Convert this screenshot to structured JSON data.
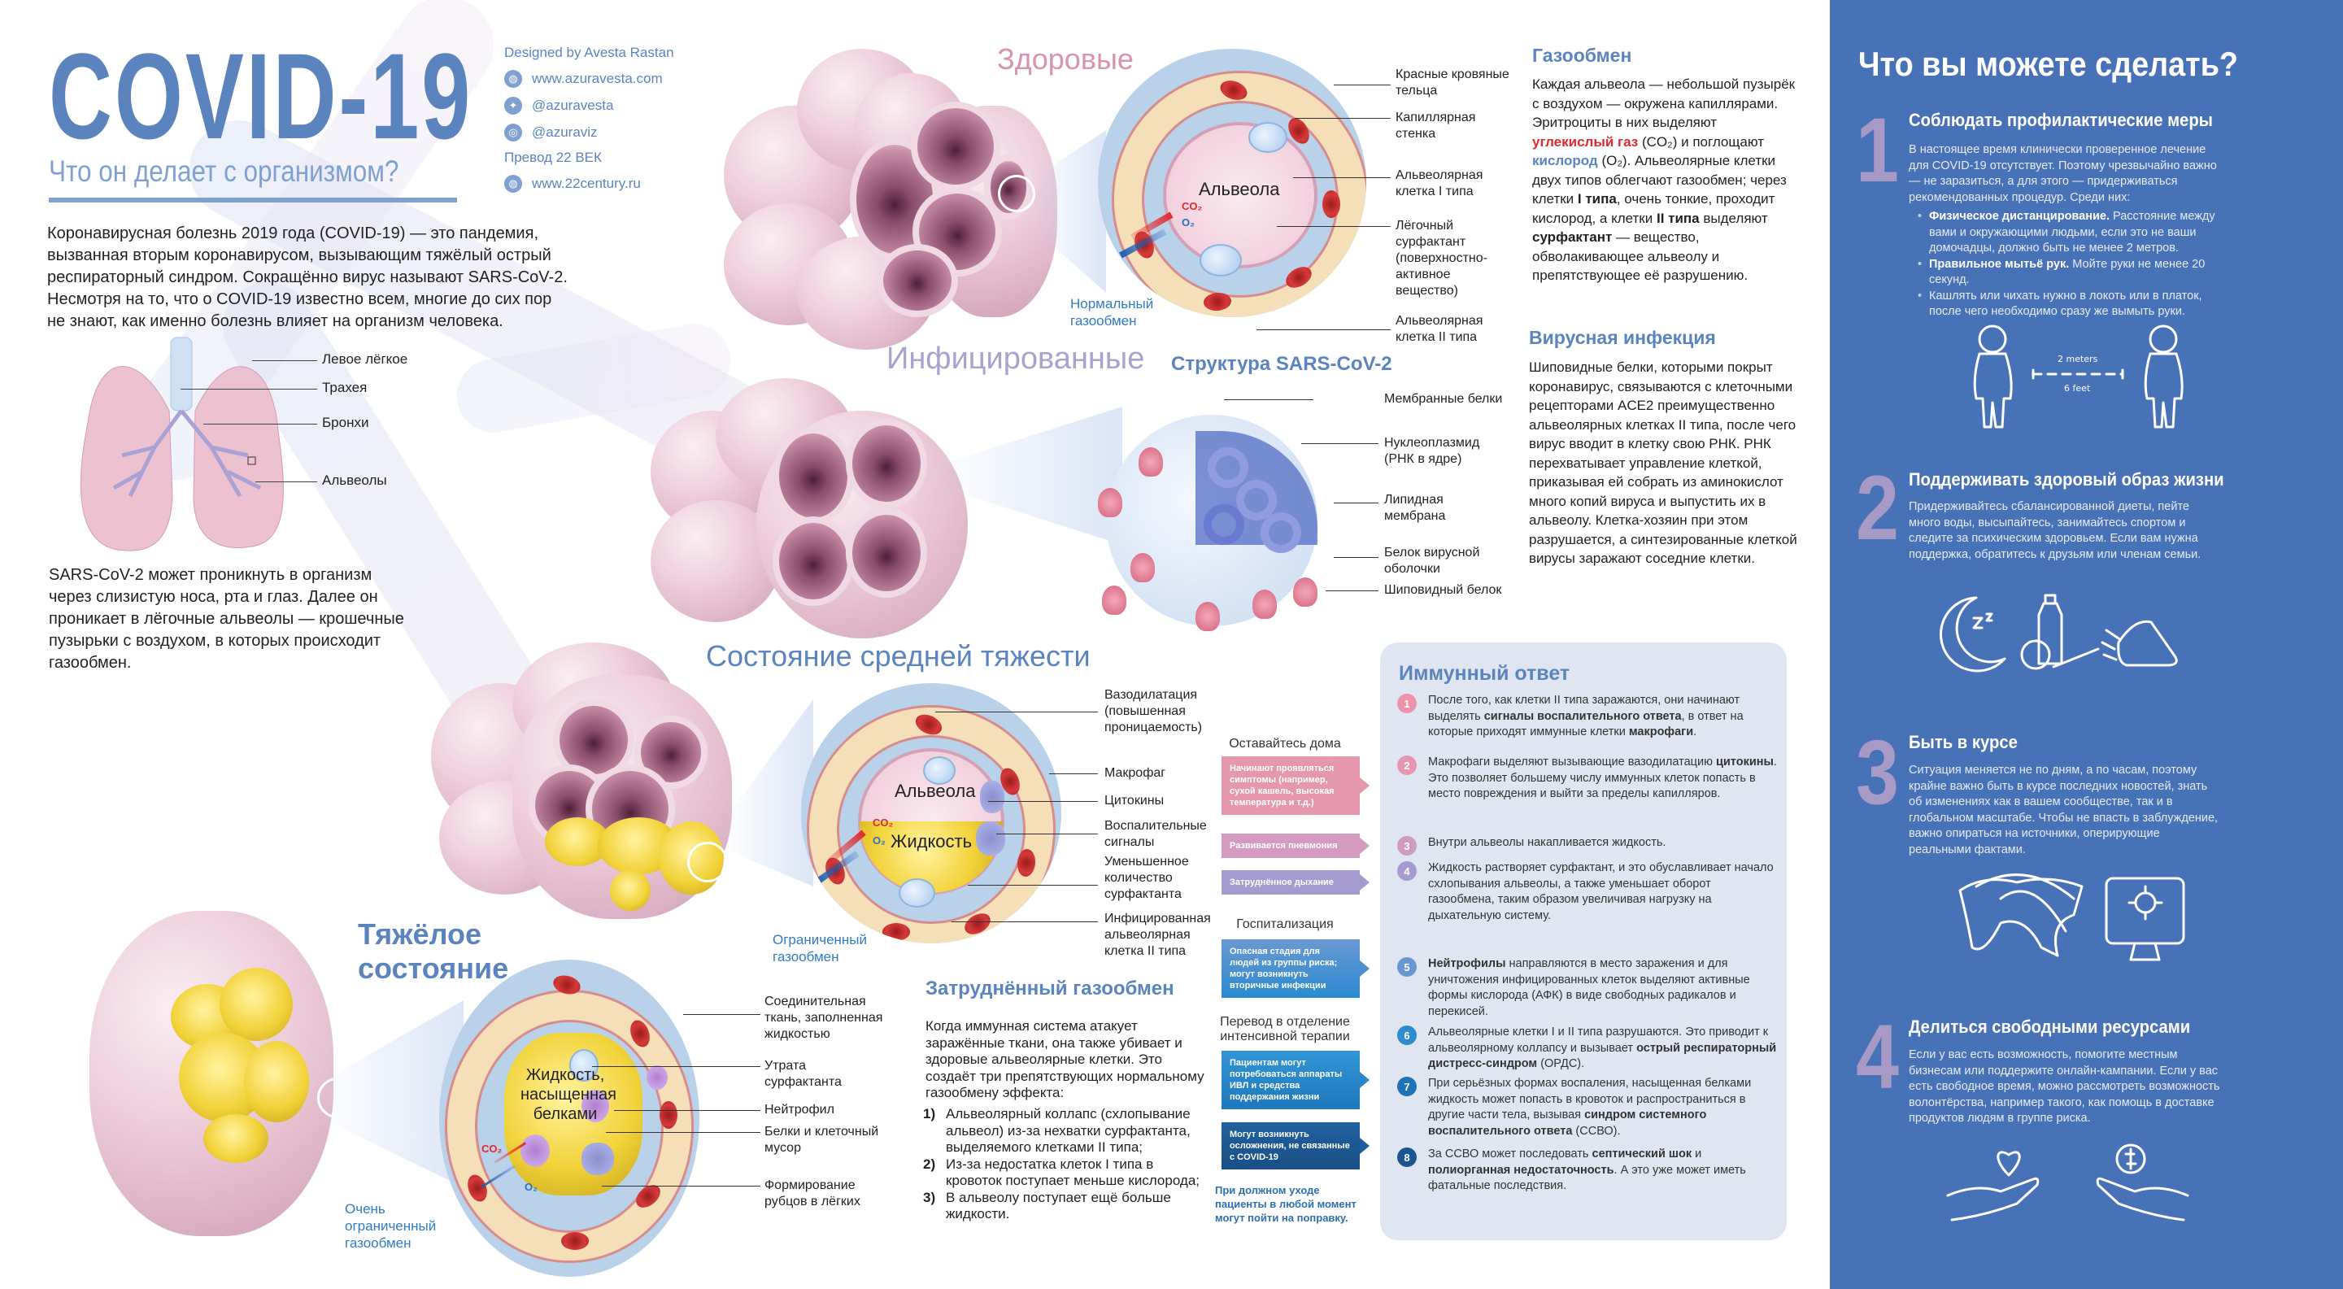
{
  "header": {
    "title": "COVID-19",
    "subtitle": "Что он делает с организмом?",
    "credits": {
      "designed_by": "Designed by Avesta Rastan",
      "links": [
        {
          "icon": "globe-icon",
          "text": "www.azuravesta.com"
        },
        {
          "icon": "twitter-icon",
          "text": "@azuravesta"
        },
        {
          "icon": "instagram-icon",
          "text": "@azuraviz"
        }
      ],
      "translation_label": "Превод 22 ВЕК",
      "translation_link": {
        "icon": "globe-icon",
        "text": "www.22century.ru"
      }
    }
  },
  "intro": "Коронавирусная болезнь 2019 года (COVID-19) — это пандемия, вызванная вторым коронавирусом, вызывающим тяжёлый острый респираторный синдром. Сокращённо вирус называют SARS-CoV-2. Несмотря на то, что о COVID-19 известно всем, многие до сих пор не знают, как именно болезнь влияет на организм человека.",
  "lungs": {
    "labels": [
      "Левое лёгкое",
      "Трахея",
      "Бронхи",
      "Альвеолы"
    ]
  },
  "entry_text": "SARS-CoV-2 может проникнуть в организм через слизистую носа, рта и глаз. Далее он проникает в лёгочные альвеолы — крошечные пузырьки с воздухом, в которых происходит газообмен.",
  "stages": {
    "healthy": {
      "title": "Здоровые",
      "center_label": "Альвеола",
      "co2": "CO₂",
      "o2": "O₂",
      "exchange": "Нормальный газообмен",
      "callouts": [
        "Красные кровяные тельца",
        "Капиллярная стенка",
        "Альвеолярная клетка I типа",
        "Лёгочный сурфактант (поверхностно-активное вещество)",
        "Альвеолярная клетка II типа"
      ]
    },
    "infected": {
      "title": "Инфицированные",
      "structure_title": "Структура SARS-CoV-2",
      "callouts": [
        "Мембранные белки",
        "Нуклеоплазмид (РНК в ядре)",
        "Липидная мембрана",
        "Белок вирусной оболочки",
        "Шиповидный белок"
      ]
    },
    "moderate": {
      "title": "Состояние средней тяжести",
      "center_label": "Альвеола",
      "fluid_label": "Жидкость",
      "co2": "CO₂",
      "o2": "O₂",
      "exchange": "Ограниченный газообмен",
      "callouts": [
        "Вазодилатация (повышенная проницаемость)",
        "Макрофаг",
        "Цитокины",
        "Воспалительные сигналы",
        "Уменьшенное количество сурфактанта",
        "Инфицированная альвеолярная клетка II типа"
      ]
    },
    "severe": {
      "title": "Тяжёлое состояние",
      "fluid_label": "Жидкость, насыщенная белками",
      "co2": "CO₂",
      "o2": "O₂",
      "exchange": "Очень ограниченный газообмен",
      "callouts": [
        "Соединительная ткань, заполненная жидкостью",
        "Утрата сурфактанта",
        "Нейтрофил",
        "Белки и клеточный мусор",
        "Формирование рубцов в лёгких"
      ]
    }
  },
  "gas_exchange": {
    "title": "Газообмен",
    "p1": "Каждая альвеола — небольшой пузырёк с воздухом — окружена капиллярами. Эритроциты в них выделяют ",
    "co2_term": "углекислый газ",
    "p2": " (CO₂) и поглощают ",
    "o2_term": "кислород",
    "p3": " (O₂). Альвеолярные клетки двух типов облегчают газообмен; через клетки ",
    "type1": "I типа",
    "p4": ", очень тонкие, проходит кислород, а клетки ",
    "type2": "II типа",
    "p5": " выделяют ",
    "surf": "сурфактант",
    "p6": " — вещество, обволакивающее альвеолу и препятствующее её разрушению."
  },
  "viral_infection": {
    "title": "Вирусная инфекция",
    "body": "Шиповидные белки, которыми покрыт коронавирус, связываются с клеточными рецепторами ACE2 преимущественно альвеолярных клетках II типа, после чего вирус вводит в клетку свою РНК. РНК перехватывает управление клеткой, приказывая ей собрать из аминокислот много копий вируса и выпустить их в альвеолу. Клетка-хозяин при этом разрушается, а синтезированные клеткой вирусы заражают соседние клетки."
  },
  "progression": {
    "stay_home_label": "Оставайтесь дома",
    "hospital_label": "Госпитализация",
    "icu_label": "Перевод в отделение интенсивной терапии",
    "badges": [
      {
        "text": "Начинают проявляться симптомы (например, сухой кашель, высокая температура и т.д.)",
        "color": "#e597ae"
      },
      {
        "text": "Развивается пневмония",
        "color": "#d59ac0"
      },
      {
        "text": "Затруднённое дыхание",
        "color": "#a69bce"
      },
      {
        "text": "Опасная стадия для людей из группы риска; могут возникнуть вторичные инфекции",
        "color": "#4d8fd0"
      },
      {
        "text": "Пациентам могут потребоваться аппараты ИВЛ и средства поддержания жизни",
        "color": "#2c86c9"
      },
      {
        "text": "Могут возникнуть осложнения, не связанные с COVID-19",
        "color": "#1f5d9c"
      }
    ],
    "recover_note": "При должном уходе пациенты в любой момент могут пойти на поправку."
  },
  "immune": {
    "title": "Иммунный ответ",
    "items": [
      {
        "num": "1",
        "color": "#ec93ab",
        "parts": [
          "После того, как клетки II типа заражаются, они начинают выделять ",
          "сигналы воспалительного ответа",
          ", в ответ на которые приходят иммунные клетки ",
          "макрофаги",
          "."
        ]
      },
      {
        "num": "2",
        "color": "#e597b1",
        "parts": [
          "Макрофаги выделяют вызывающие вазодилатацию ",
          "цитокины",
          ". Это позволяет большему числу иммунных клеток попасть в место повреждения и выйти за пределы капилляров.",
          "",
          ""
        ]
      },
      {
        "num": "3",
        "color": "#cf9cc0",
        "parts": [
          "Внутри альвеолы накапливается жидкость.",
          "",
          "",
          "",
          ""
        ]
      },
      {
        "num": "4",
        "color": "#a69bce",
        "parts": [
          "Жидкость растворяет сурфактант, и это обуславливает начало схлопывания альвеолы, а также уменьшает оборот газообмена, таким образом увеличивая нагрузку на дыхательную систему.",
          "",
          "",
          "",
          ""
        ]
      },
      {
        "num": "5",
        "color": "#6a97d2",
        "parts": [
          "",
          "Нейтрофилы",
          " направляются в место заражения и для уничтожения инфицированных клеток выделяют активные формы кислорода (АФК) в виде свободных радикалов и перекисей.",
          "",
          ""
        ]
      },
      {
        "num": "6",
        "color": "#2d8ccd",
        "parts": [
          "Альвеолярные клетки I и II типа разрушаются. Это приводит к альвеолярному коллапсу и вызывает ",
          "острый респираторный дистресс-синдром",
          " (ОРДС).",
          "",
          ""
        ]
      },
      {
        "num": "7",
        "color": "#1f73b4",
        "parts": [
          "При серьёзных формах воспаления, насыщенная белками жидкость может попасть в кровоток и распространиться в другие части тела, вызывая ",
          "синдром системного воспалительного ответа",
          " (ССВО).",
          "",
          ""
        ]
      },
      {
        "num": "8",
        "color": "#1b5592",
        "parts": [
          "За ССВО может последовать ",
          "септический шок",
          " и ",
          "полиорганная недостаточность",
          ". А это уже может иметь фатальные последствия."
        ]
      }
    ]
  },
  "difficult_exchange": {
    "title": "Затруднённый газообмен",
    "body": "Когда иммунная система атакует заражённые ткани, она также убивает и здоровые альвеолярные клетки. Это создаёт три препятствующих нормальному газообмену эффекта:",
    "items": [
      {
        "n": "1)",
        "text": "Альвеолярный коллапс (схлопывание альвеол) из-за нехватки сурфактанта, выделяемого клетками II типа;"
      },
      {
        "n": "2)",
        "text": "Из-за недостатка клеток I типа в кровоток поступает меньше кислорода;"
      },
      {
        "n": "3)",
        "text": "В альвеолу поступает ещё больше жидкости."
      }
    ]
  },
  "panel": {
    "title": "Что вы можете сделать?",
    "tips": [
      {
        "num": "1",
        "heading": "Соблюдать профилактические меры",
        "body": "В настоящее время клинически проверенное лечение для COVID-19 отсутствует. Поэтому чрезвычайно важно — не заразиться, а для этого — придерживаться рекомендованных процедур. Среди них:",
        "bullets": [
          {
            "bold": "Физическое дистанцирование.",
            "text": " Расстояние между вами и окружающими людьми, если это не ваши домочадцы, должно быть не менее 2 метров."
          },
          {
            "bold": "Правильное мытьё рук.",
            "text": " Мойте руки не менее 20 секунд."
          },
          {
            "bold": "",
            "text": "Кашлять или чихать нужно в локоть или в платок, после чего необходимо сразу же вымыть руки."
          }
        ],
        "illustration": {
          "distance_top": "2 meters",
          "distance_bottom": "6 feet",
          "icons": [
            "person-icon",
            "person-icon"
          ]
        }
      },
      {
        "num": "2",
        "heading": "Поддерживать здоровый образ жизни",
        "body": "Придерживайтесь сбалансированной диеты, пейте много воды, высыпайтесь, занимайтесь спортом и следите за психическим здоровьем. Если вам нужна поддержка, обратитесь к друзьям или членам семьи.",
        "icons": [
          "moon-sleep-icon",
          "bottle-apple-carrot-icon",
          "running-shoe-icon"
        ]
      },
      {
        "num": "3",
        "heading": "Быть в курсе",
        "body": "Ситуация меняется не по дням, а по часам, поэтому крайне важно быть в курсе последних новостей, знать об изменениях как в вашем сообществе, так и в глобальном масштабе. Чтобы не впасть в заблуждение, важно опираться на источники, оперирующие реальными фактами.",
        "icons": [
          "world-map-icon",
          "monitor-virus-icon"
        ]
      },
      {
        "num": "4",
        "heading": "Делиться свободными ресурсами",
        "body": "Если у вас есть возможность, помогите местным бизнесам или поддержите онлайн-кампании. Если у вас есть свободное время, можно рассмотреть возможность волонтёрства, например такого, как помощь в доставке продуктов людям в группе риска.",
        "icons": [
          "hand-heart-icon",
          "hand-coin-icon"
        ]
      }
    ]
  },
  "colors": {
    "accent_blue": "#5b84bf",
    "panel_blue": "#4872b7",
    "number_lavender": "#a89ac7",
    "healthy_pink": "#d694b1",
    "infected_lavender": "#a9a2ce",
    "co2_red": "#e0282f",
    "o2_blue": "#2a6fc4"
  }
}
